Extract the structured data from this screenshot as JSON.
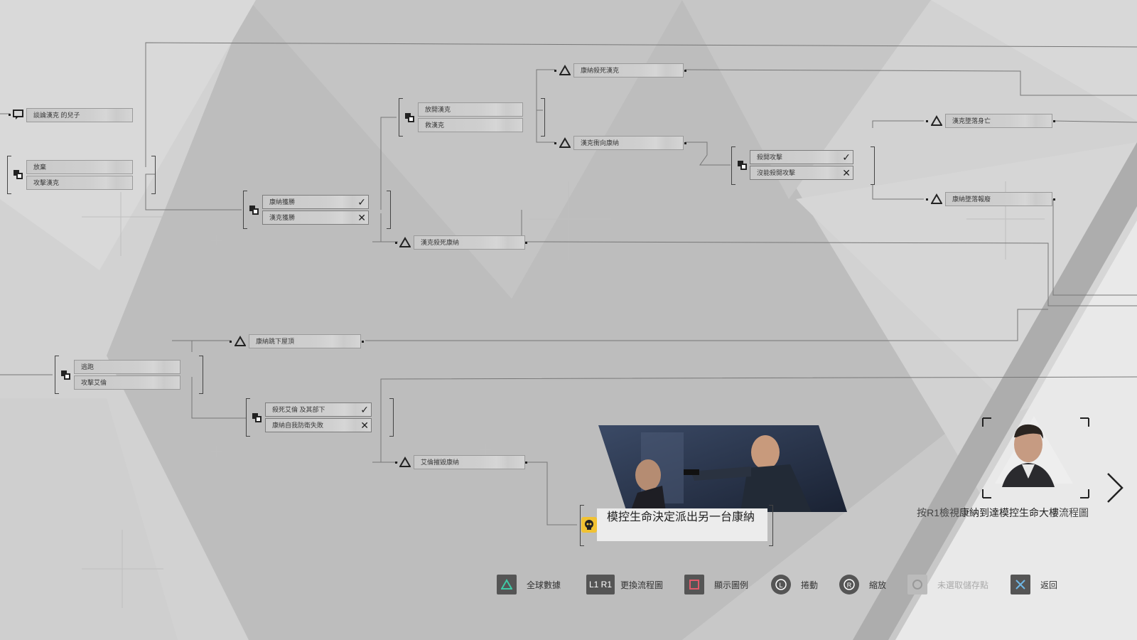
{
  "nodes": {
    "n1": "談論漢克 的兒子",
    "n2a": "放棄",
    "n2b": "攻擊漢克",
    "n3a": "康納獲勝",
    "n3b": "漢克獲勝",
    "n4a": "放開漢克",
    "n4b": "救漢克",
    "n5": "康納殺死漢克",
    "n6": "漢克衝向康納",
    "n7": "漢克殺死康納",
    "n8a": "殺開攻擊",
    "n8b": "沒能殺開攻擊",
    "n9": "漢克墜落身亡",
    "n10": "康納墜落報廢",
    "n11": "康納跳下屋頂",
    "n12a": "逃跑",
    "n12b": "攻擊艾倫",
    "n13a": "殺死艾倫 及其部下",
    "n13b": "康納自我防衛失敗",
    "n14": "艾倫摧毀康納"
  },
  "ending_text": "模控生命決定派出另一台康納",
  "side": {
    "pre": "按R1檢視",
    "highlight": "康納到達模控生命大樓",
    "post": "流程圖"
  },
  "legend": {
    "global": "全球數據",
    "l1r1": "L1 R1",
    "switch": "更換流程圖",
    "show_legend": "顯示圖例",
    "scroll": "捲動",
    "zoom": "縮放",
    "checkpoint": "未選取儲存點",
    "back": "返回"
  },
  "colors": {
    "accent_yellow": "#f1c232",
    "legend_icon_bg": "#555555",
    "square_red": "#e05a6a",
    "cross_blue": "#6fb7e5"
  }
}
